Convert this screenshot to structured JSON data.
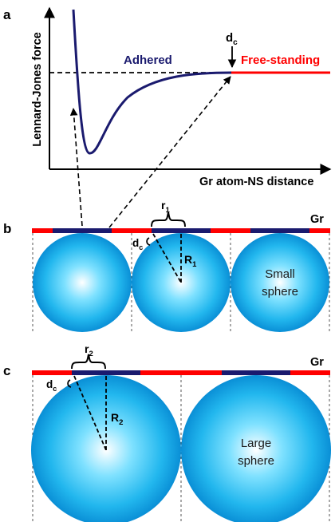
{
  "panels": {
    "a": {
      "label": "a",
      "y_axis_label": "Lennard-Jones force",
      "x_axis_label": "Gr atom-NS distance",
      "adhered_label": "Adhered",
      "free_standing_label": "Free-standing",
      "dc_label": "d",
      "dc_sub": "c"
    },
    "b": {
      "label": "b",
      "gr_label": "Gr",
      "r_label": "r",
      "r_sub": "1",
      "R_label": "R",
      "R_sub": "1",
      "dc_label": "d",
      "dc_sub": "c",
      "sphere_text_line1": "Small",
      "sphere_text_line2": "sphere"
    },
    "c": {
      "label": "c",
      "gr_label": "Gr",
      "r_label": "r",
      "r_sub": "2",
      "R_label": "R",
      "R_sub": "2",
      "dc_label": "d",
      "dc_sub": "c",
      "sphere_text_line1": "Large",
      "sphere_text_line2": "sphere"
    }
  },
  "colors": {
    "adhered": "#1a1a6e",
    "free_standing": "#ff0000",
    "sphere_center": "#ffffff",
    "sphere_mid": "#33ccff",
    "sphere_edge": "#0077c8",
    "axis": "#000000"
  }
}
